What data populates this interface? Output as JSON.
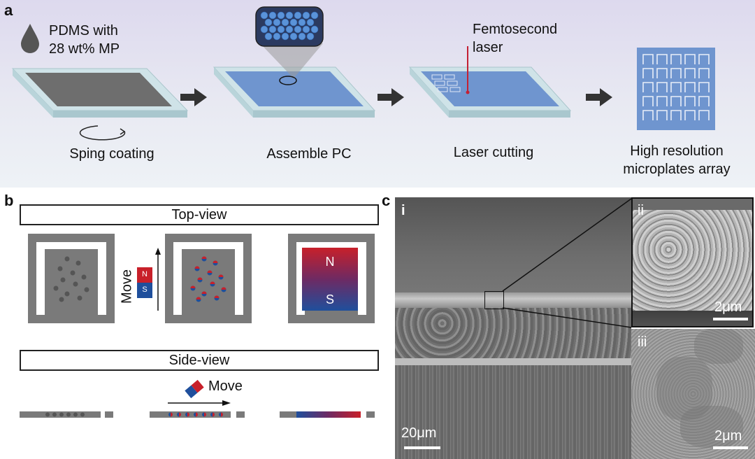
{
  "panel_a": {
    "letter": "a",
    "drop_label_line1": "PDMS with",
    "drop_label_line2": "28 wt% MP",
    "laser_label_line1": "Femtosecond",
    "laser_label_line2": "laser",
    "step1": "Sping coating",
    "step2": "Assemble PC",
    "step3": "Laser cutting",
    "step4_line1": "High resolution",
    "step4_line2": "microplates array"
  },
  "panel_b": {
    "letter": "b",
    "top_view": "Top-view",
    "side_view": "Side-view",
    "move_vertical": "Move",
    "move_horizontal": "Move",
    "magnet_n": "N",
    "magnet_s": "S",
    "big_magnet_n": "N",
    "big_magnet_s": "S"
  },
  "panel_c": {
    "letter": "c",
    "sub_i": "i",
    "sub_ii": "ii",
    "sub_iii": "iii",
    "scale_i": "20μm",
    "scale_ii": "2μm",
    "scale_iii": "2μm"
  },
  "colors": {
    "substrate": "#cfe3e8",
    "film_gray": "#6e6e6e",
    "film_blue": "#6f95cf",
    "plate_gray": "#7a7a7a",
    "magnet_red": "#c8202a",
    "magnet_blue": "#1f4f9c",
    "arrow": "#333333"
  }
}
